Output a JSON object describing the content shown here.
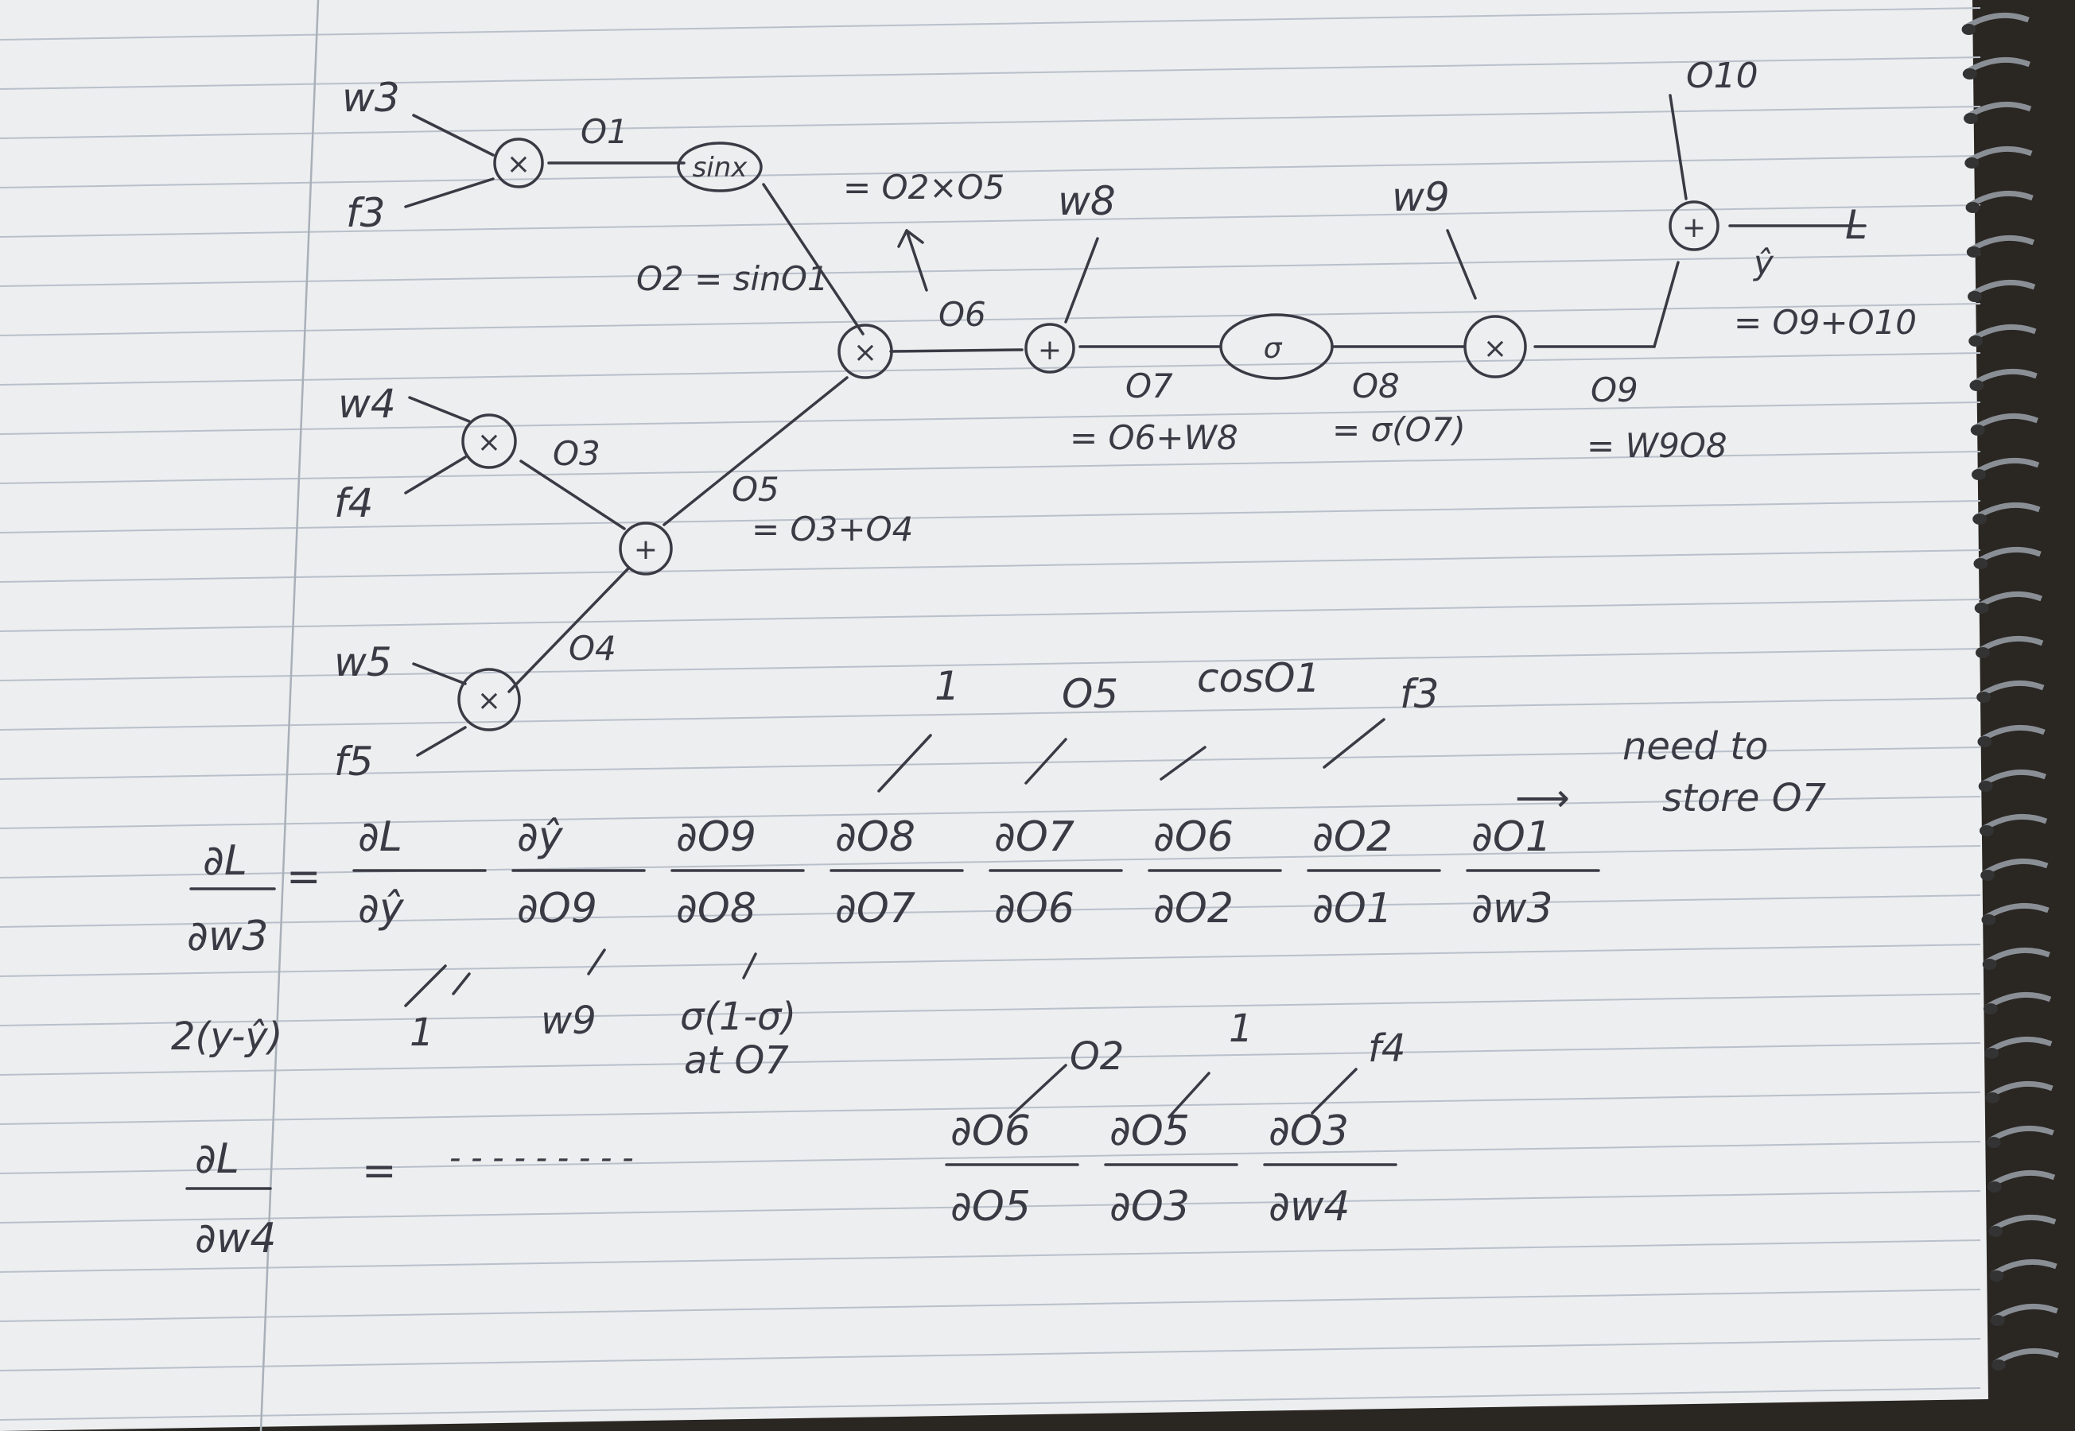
{
  "nodes": {
    "w3": "w3",
    "f3": "f3",
    "w4": "w4",
    "f4": "f4",
    "w5": "w5",
    "f5": "f5",
    "mul": "×",
    "plus": "+",
    "sinx": "sinx",
    "sigma": "σ",
    "w8": "w8",
    "w9": "w9",
    "o10": "O10",
    "L": "L"
  },
  "labels": {
    "o1": "O1",
    "o2": "O2 = sinO1",
    "o3": "O3",
    "o4": "O4",
    "o5": "O5",
    "o5_eq": "= O3+O4",
    "o6": "O6",
    "o6_eq": "= O2×O5",
    "o7": "O7",
    "o7_eq": "= O6+W8",
    "o8": "O8",
    "o8_eq": "= σ(O7)",
    "o9": "O9",
    "o9_eq": "= W9O8",
    "yhat": "ŷ",
    "yhat_eq": "= O9+O10"
  },
  "chain1": {
    "lhs_num": "∂L",
    "lhs_den": "∂w3",
    "eq": "=",
    "terms": [
      {
        "num": "∂L",
        "den": "∂ŷ"
      },
      {
        "num": "∂ŷ",
        "den": "∂O9"
      },
      {
        "num": "∂O9",
        "den": "∂O8"
      },
      {
        "num": "∂O8",
        "den": "∂O7"
      },
      {
        "num": "∂O7",
        "den": "∂O6"
      },
      {
        "num": "∂O6",
        "den": "∂O2"
      },
      {
        "num": "∂O2",
        "den": "∂O1"
      },
      {
        "num": "∂O1",
        "den": "∂w3"
      }
    ],
    "above": [
      "1",
      "O5",
      "cosO1",
      "f3"
    ],
    "below": [
      "2(y-ŷ)",
      "1",
      "w9",
      "σ(1-σ)",
      "at O7"
    ],
    "note_arrow": "⟶",
    "note_line1": "need to",
    "note_line2": "store O7"
  },
  "chain2": {
    "lhs_num": "∂L",
    "lhs_den": "∂w4",
    "eq": "=",
    "dots": "- - - - - - - - -",
    "above": [
      "O2",
      "1",
      "f4"
    ],
    "terms": [
      {
        "num": "∂O6",
        "den": "∂O5"
      },
      {
        "num": "∂O5",
        "den": "∂O3"
      },
      {
        "num": "∂O3",
        "den": "∂w4"
      }
    ]
  }
}
